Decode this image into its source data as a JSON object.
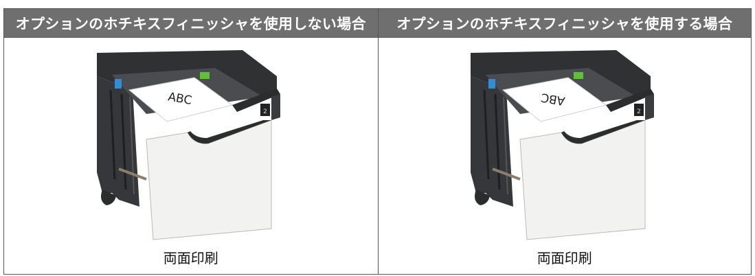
{
  "columns": [
    {
      "header": "オプションのホチキスフィニッシャを使用しない場合",
      "paper_text": "ABC",
      "paper_orientation": "upright",
      "tray_number": "2",
      "caption": "両面印刷"
    },
    {
      "header": "オプションのホチキスフィニッシャを使用する場合",
      "paper_text": "ABC",
      "paper_orientation": "rotated-180",
      "tray_number": "2",
      "caption": "両面印刷"
    }
  ],
  "colors": {
    "header_bg": "#6f6f6f",
    "header_text": "#ffffff",
    "tray_dark": "#3a3c3e",
    "tray_front": "#f2f2f0",
    "accent_green": "#5ec13a",
    "accent_blue": "#2d8fd6"
  }
}
